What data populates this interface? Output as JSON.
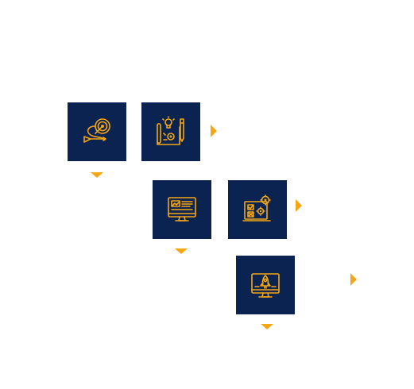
{
  "colors": {
    "background": "#ffffff",
    "tile": "#0b2350",
    "accent": "#f5a614"
  },
  "steps": [
    {
      "icon": "target-strategy-icon"
    },
    {
      "icon": "blueprint-plan-icon"
    },
    {
      "icon": "web-design-monitor-icon"
    },
    {
      "icon": "development-checklist-gears-icon"
    },
    {
      "icon": "rocket-launch-monitor-icon"
    }
  ],
  "connectors": [
    {
      "direction": "down",
      "from_step": 1
    },
    {
      "direction": "right",
      "from_step": 2
    },
    {
      "direction": "down",
      "from_step": 3
    },
    {
      "direction": "right",
      "from_step": 4
    },
    {
      "direction": "right",
      "from_step": 5
    },
    {
      "direction": "down",
      "from_step": 5
    }
  ]
}
